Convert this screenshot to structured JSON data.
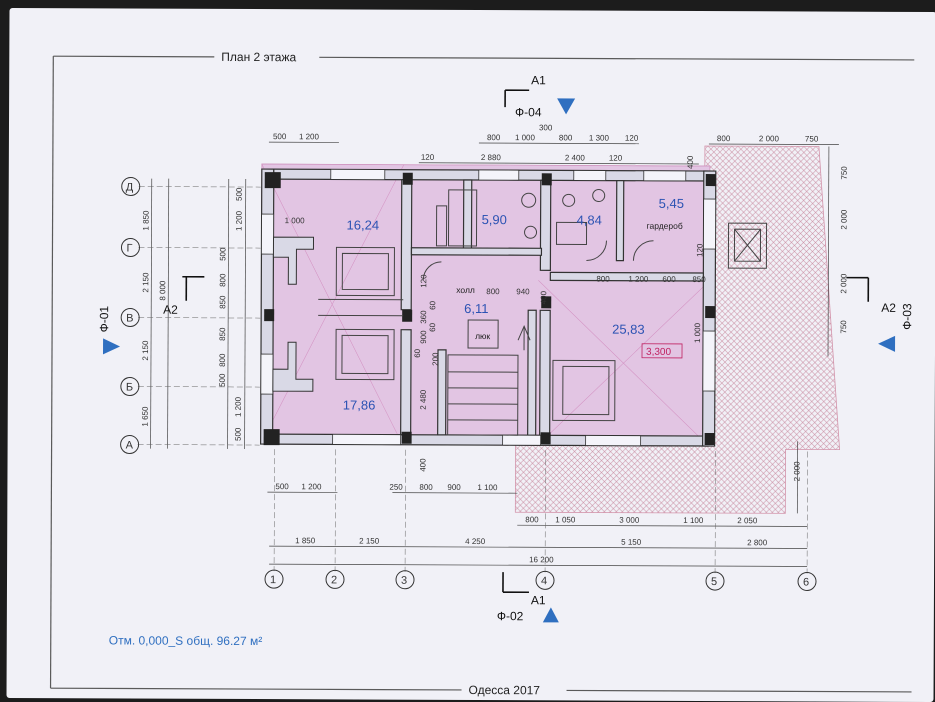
{
  "title": "План 2 этажа",
  "footer": "Одесса 2017",
  "level_note": "Отм. 0,000_S общ. 96.27 м²",
  "rooms": [
    {
      "area": "16,24"
    },
    {
      "area": "5,90"
    },
    {
      "area": "4,84"
    },
    {
      "area": "5,45",
      "name": "гардероб"
    },
    {
      "area": "6,11",
      "name": "холл"
    },
    {
      "area": "25,83"
    },
    {
      "area": "17,86"
    }
  ],
  "hatch_label": "люк",
  "level_mark": "3,300",
  "axes_numeric": [
    "1",
    "2",
    "3",
    "4",
    "5",
    "6"
  ],
  "axes_letter": [
    "Д",
    "Г",
    "В",
    "Б",
    "А"
  ],
  "sections": {
    "a1": "А1",
    "a2": "А2",
    "facades": [
      "Ф-04",
      "Ф-02",
      "Ф-01",
      "Ф-03"
    ]
  },
  "dims": {
    "top_left": [
      "500",
      "1 200"
    ],
    "top_mid": [
      "800",
      "1 000",
      "300",
      "800",
      "1 300",
      "120"
    ],
    "top_right": [
      "800",
      "2 000",
      "750"
    ],
    "wall_top": [
      "120",
      "2 880",
      "2 400",
      "120",
      "400"
    ],
    "bottom_row1": [
      "500",
      "1 200",
      "250",
      "800",
      "900",
      "1 100"
    ],
    "bottom_row2": [
      "800",
      "1 050",
      "3 000",
      "1 100",
      "2 050"
    ],
    "bottom_row3": [
      "1 850",
      "2 150",
      "4 250",
      "5 150",
      "2 800"
    ],
    "total": "16 200",
    "left_outer": [
      "1 850",
      "2 150",
      "2 150",
      "1 650"
    ],
    "left_total": "8 000",
    "left_inner": [
      "500",
      "1 200",
      "500",
      "800",
      "850",
      "850",
      "800",
      "500",
      "1 200",
      "500"
    ],
    "inner_left": "1 000",
    "hall": [
      "800",
      "940",
      "400",
      "60",
      "60",
      "900",
      "200",
      "360",
      "60",
      "120",
      "2 480",
      "400"
    ],
    "right_inner": [
      "800",
      "1 200",
      "600",
      "850",
      "120",
      "1 000"
    ],
    "right_outer": [
      "750",
      "2 000",
      "2 000",
      "750",
      "2 000"
    ]
  }
}
